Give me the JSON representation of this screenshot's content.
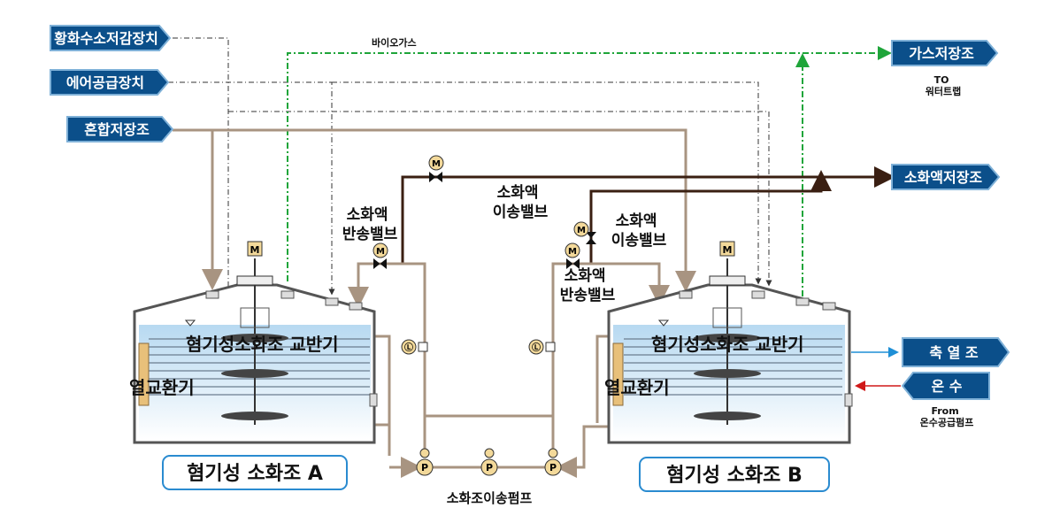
{
  "labels": {
    "h2s": "황화수소저감장치",
    "air": "에어공급장치",
    "mixtank": "혼합저장조",
    "gas_store": "가스저장조",
    "biogas": "바이오가스",
    "water_trap": "TO\n워터트랩",
    "digestate_store": "소화액저장조",
    "transfer_valve_1": "소화액\n이송밸브",
    "return_valve_1": "소화액\n반송밸브",
    "transfer_valve_2": "소화액\n이송밸브",
    "return_valve_2": "소화액\n반송밸브",
    "heat_store": "축 열 조",
    "hot_water": "온 수",
    "from_pump": "From\n온수공급펌프",
    "mixer_a": "혐기성소화조 교반기",
    "mixer_b": "혐기성소화조 교반기",
    "hx_a": "열교환기",
    "hx_b": "열교환기",
    "tank_a": "혐기성 소화조 A",
    "tank_b": "혐기성 소화조 B",
    "transfer_pump": "소화조이송펌프",
    "motor": "M",
    "pump": "P",
    "sensor": "Ⓛ"
  },
  "colors": {
    "tag_blue": "#0b4f8a",
    "tag_border": "#7fb1d8",
    "pipe_tan": "#a89481",
    "pipe_dark": "#3a1f12",
    "biogas_green": "#1fa53a",
    "hot_water_red": "#d01818",
    "heat_blue": "#1e8fd6",
    "liquid_top": "#bcdcf2",
    "motor_fill": "#f3d99a"
  }
}
